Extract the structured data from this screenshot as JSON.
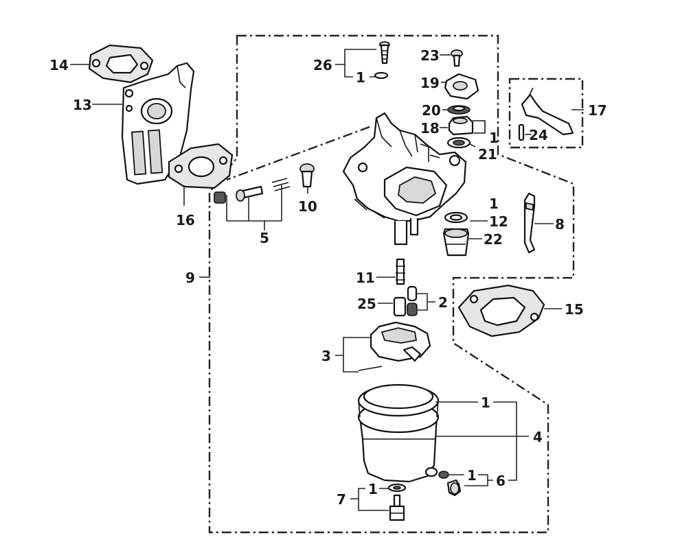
{
  "diagram": {
    "labels": {
      "p1": "1",
      "p2": "2",
      "p3": "3",
      "p4": "4",
      "p5": "5",
      "p6": "6",
      "p7": "7",
      "p8": "8",
      "p9": "9",
      "p10": "10",
      "p11": "11",
      "p12": "12",
      "p13": "13",
      "p14": "14",
      "p15": "15",
      "p16": "16",
      "p17": "17",
      "p18": "18",
      "p19": "19",
      "p20": "20",
      "p21": "21",
      "p22": "22",
      "p23": "23",
      "p24": "24",
      "p25": "25",
      "p26": "26"
    },
    "colors": {
      "line": "#222222",
      "background": "#ffffff"
    }
  }
}
